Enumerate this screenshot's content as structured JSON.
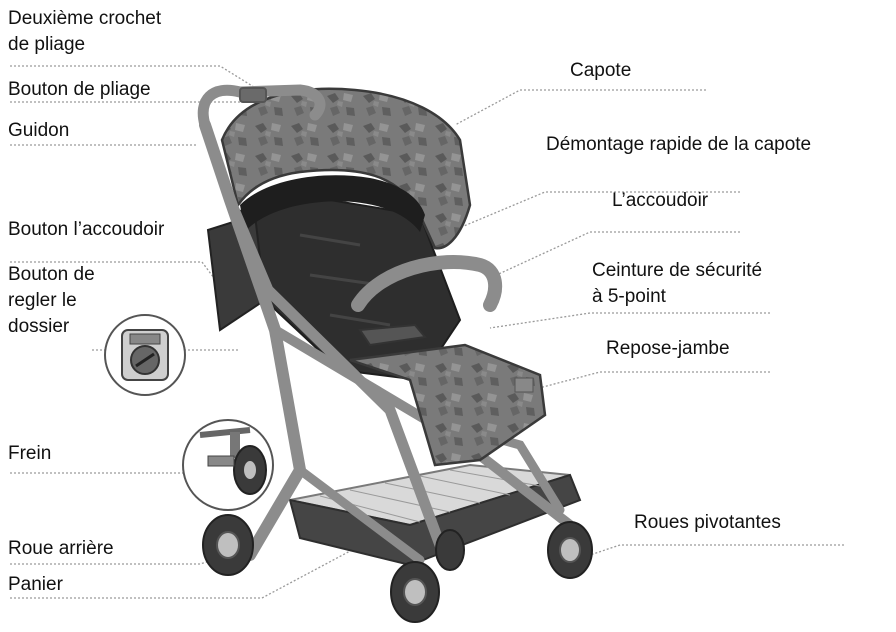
{
  "labels": {
    "second_fold_hook": [
      "Deuxième crochet",
      "de pliage"
    ],
    "fold_button": "Bouton de pliage",
    "handlebar": "Guidon",
    "armrest_button": "Bouton l’accoudoir",
    "backrest_button": [
      "Bouton de",
      "regler le",
      "dossier"
    ],
    "brake": "Frein",
    "rear_wheel": "Roue arrière",
    "basket": "Panier",
    "canopy": "Capote",
    "canopy_quick_release": "Démontage rapide de la capote",
    "armrest": "L’accoudoir",
    "harness": [
      "Ceinture de sécurité",
      "à 5-point"
    ],
    "leg_rest": "Repose-jambe",
    "swivel_wheels": "Roues pivotantes"
  },
  "colors": {
    "line": "#9a9a9a",
    "frame": "#8c8c8c",
    "fabric": "#6f6f6f",
    "fabric_dark": "#2e2e2e",
    "wheel": "#3a3a3a"
  }
}
